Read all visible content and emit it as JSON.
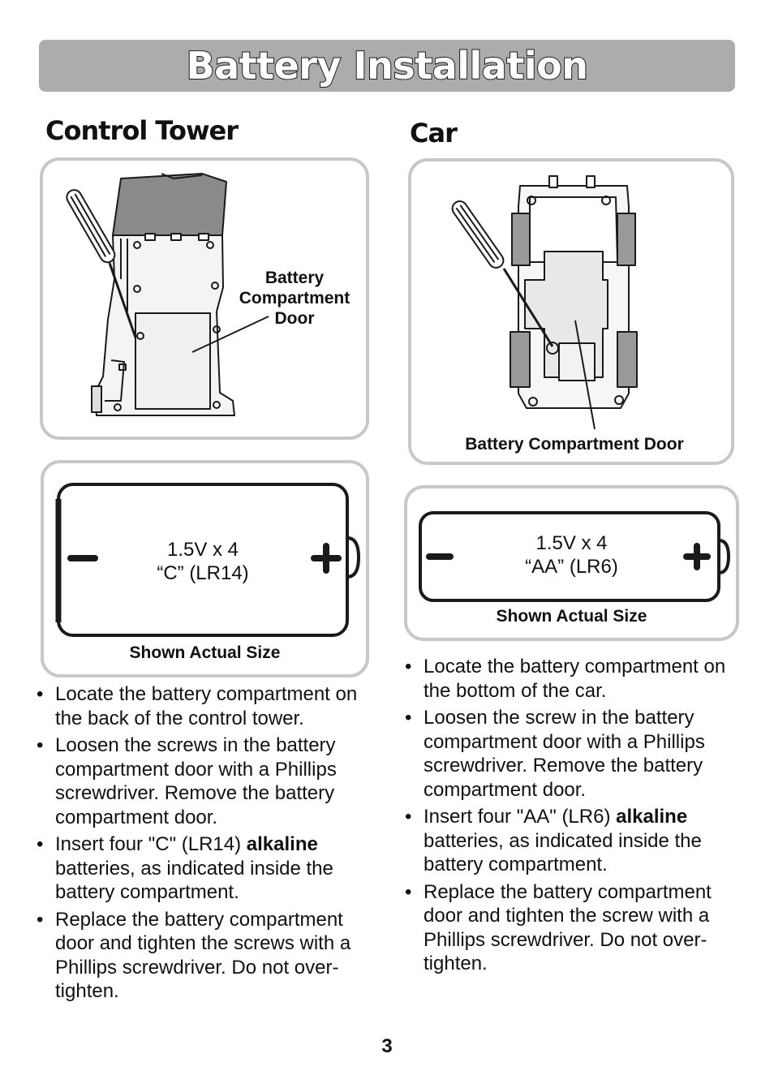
{
  "header": {
    "title": "Battery Installation"
  },
  "control_tower": {
    "heading": "Control Tower",
    "callout_line1": "Battery",
    "callout_line2": "Compartment",
    "callout_line3": "Door",
    "battery_voltage": "1.5V x 4",
    "battery_type": "“C” (LR14)",
    "actual_size": "Shown Actual Size",
    "steps": {
      "s1": "Locate the battery compartment on the back of the control tower.",
      "s2": "Loosen the screws in the battery compartment door with a Phillips screwdriver. Remove the battery compartment door.",
      "s3_pre": "Insert four \"C\" (LR14) ",
      "s3_bold": "alkaline",
      "s3_post": " batteries, as indicated inside the battery compartment.",
      "s4": "Replace the battery compartment door and tighten the screws with a Phillips screwdriver. Do not over-tighten."
    }
  },
  "car": {
    "heading": "Car",
    "callout": "Battery Compartment Door",
    "battery_voltage": "1.5V x 4",
    "battery_type": "“AA” (LR6)",
    "actual_size": "Shown Actual Size",
    "steps": {
      "s1": "Locate the battery compartment on the bottom of the car.",
      "s2": "Loosen the screw in the battery compartment door with a Phillips screwdriver. Remove the battery compartment door.",
      "s3_pre": "Insert four \"AA\" (LR6) ",
      "s3_bold": "alkaline",
      "s3_post": " batteries, as indicated inside the battery compartment.",
      "s4": "Replace the battery compartment door and tighten the screw with a Phillips screwdriver. Do not over-tighten."
    }
  },
  "footer": {
    "page_number": "3"
  }
}
